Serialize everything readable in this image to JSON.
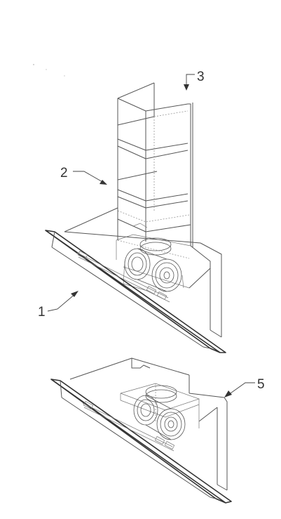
{
  "callouts": {
    "c1": "1",
    "c2": "2",
    "c3": "3",
    "c5": "5"
  },
  "colors": {
    "line": "#555555",
    "glass_edge": "#333333",
    "background": "#ffffff"
  },
  "icons": [
    "arrow-leader"
  ]
}
